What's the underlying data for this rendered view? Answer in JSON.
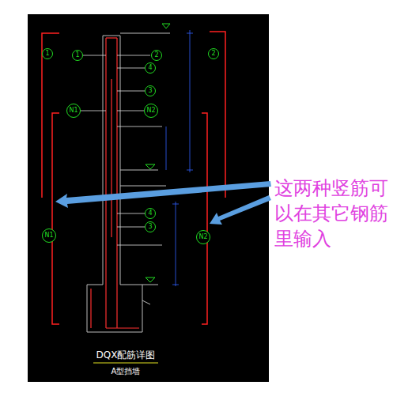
{
  "diagram": {
    "title": "DQX配筋详图",
    "caption": "A型挡墙",
    "nodes": [
      {
        "text": [
          "1"
        ]
      },
      {
        "text": [
          "1"
        ]
      },
      {
        "text": [
          "2"
        ]
      },
      {
        "text": [
          "2"
        ]
      },
      {
        "text": [
          "4"
        ]
      },
      {
        "text": [
          "3"
        ]
      },
      {
        "text": [
          "N1"
        ]
      },
      {
        "text": [
          "N2"
        ]
      },
      {
        "text": [
          "4"
        ]
      },
      {
        "text": [
          "3"
        ]
      },
      {
        "text": [
          "N1"
        ]
      },
      {
        "text": [
          "N2"
        ]
      }
    ],
    "labels": [
      "这两种竖筋可以在其它钢筋里输入"
    ]
  }
}
